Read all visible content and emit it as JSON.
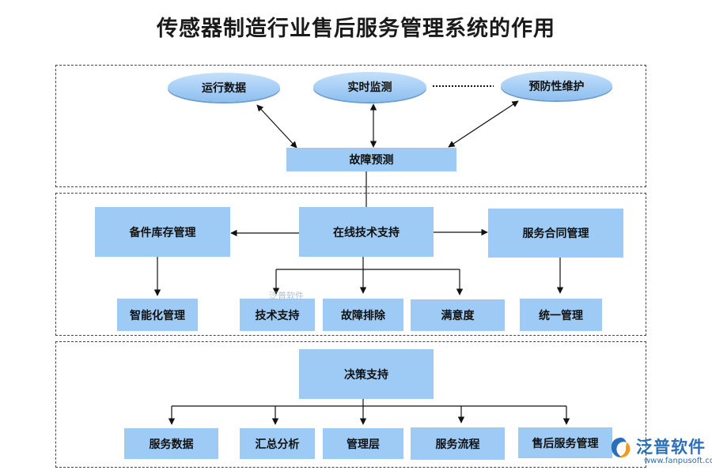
{
  "title": "传感器制造行业售后服务管理系统的作用",
  "top": {
    "ellipses": [
      "运行数据",
      "实时监测",
      "预防性维护"
    ],
    "center": "故障预测"
  },
  "middle": {
    "center": "在线技术支持",
    "left": "备件库存管理",
    "right": "服务合同管理",
    "children": [
      "智能化管理",
      "技术支持",
      "故障排除",
      "满意度",
      "统一管理"
    ]
  },
  "bottom": {
    "center": "决策支持",
    "children": [
      "服务数据",
      "汇总分析",
      "管理层",
      "服务流程",
      "售后服务管理"
    ]
  },
  "watermark": "泛普软件",
  "logo": {
    "brand": "泛普软件",
    "url": "www.fanpusoft.com"
  },
  "colors": {
    "node": "#9ecbf5",
    "line": "#111111",
    "logo": "#2a6fb8"
  }
}
